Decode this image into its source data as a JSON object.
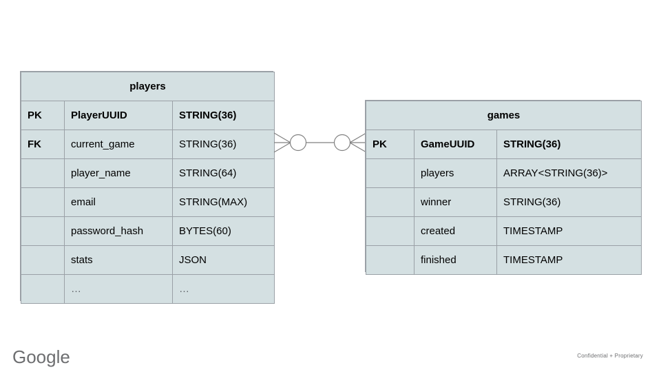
{
  "diagram": {
    "type": "entity-relationship-diagram",
    "notation": "crows-foot",
    "background_color": "#ffffff",
    "entity_fill_color": "#d4e0e2",
    "entity_border_color": "#9aa0a6",
    "text_color": "#000000"
  },
  "entities": [
    {
      "name": "players",
      "title": "players",
      "columns": [
        {
          "key": "PK",
          "field": "PlayerUUID",
          "type": "STRING(36)",
          "bold": true
        },
        {
          "key": "FK",
          "field": "current_game",
          "type": "STRING(36)",
          "bold": false
        },
        {
          "key": "",
          "field": "player_name",
          "type": "STRING(64)",
          "bold": false
        },
        {
          "key": "",
          "field": "email",
          "type": "STRING(MAX)",
          "bold": false
        },
        {
          "key": "",
          "field": "password_hash",
          "type": "BYTES(60)",
          "bold": false
        },
        {
          "key": "",
          "field": "stats",
          "type": "JSON",
          "bold": false
        },
        {
          "key": "",
          "field": "…",
          "type": "…",
          "bold": false
        }
      ]
    },
    {
      "name": "games",
      "title": "games",
      "columns": [
        {
          "key": "PK",
          "field": "GameUUID",
          "type": "STRING(36)",
          "bold": true
        },
        {
          "key": "",
          "field": "players",
          "type": "ARRAY<STRING(36)>",
          "bold": false
        },
        {
          "key": "",
          "field": "winner",
          "type": "STRING(36)",
          "bold": false
        },
        {
          "key": "",
          "field": "created",
          "type": "TIMESTAMP",
          "bold": false
        },
        {
          "key": "",
          "field": "finished",
          "type": "TIMESTAMP",
          "bold": false
        }
      ]
    }
  ],
  "relationship": {
    "from": "players",
    "to": "games",
    "left_cardinality": "zero-or-many",
    "right_cardinality": "zero-or-many",
    "line_color": "#808080"
  },
  "footer": {
    "logo_text": "Google",
    "note": "Confidential + Proprietary"
  }
}
